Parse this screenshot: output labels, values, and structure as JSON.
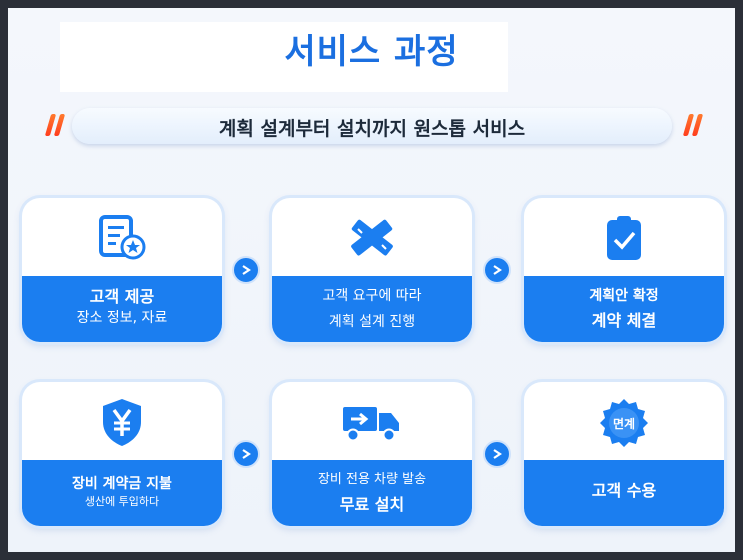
{
  "title": "서비스 과정",
  "subtitle": "계획 설계부터 설치까지 원스톱 서비스",
  "steps": [
    {
      "line1": "고객 제공",
      "line2": "장소 정보, 자료"
    },
    {
      "line1": "고객 요구에 따라",
      "line2": "계획 설계 진행"
    },
    {
      "line1": "계획안 확정",
      "line2": "계약 체결"
    },
    {
      "line1": "장비 계약금 지불",
      "line2": "생산에 투입하다"
    },
    {
      "line1": "장비 전용 차량 발송",
      "line2": "무료 설치"
    },
    {
      "line1": "고객 수용",
      "line2": ""
    }
  ],
  "badge_text": "면계",
  "colors": {
    "primary": "#1b7ef0",
    "title": "#1b6fe0",
    "accent": "#ff5a24"
  },
  "icons": [
    "document-star-icon",
    "ruler-pencil-icon",
    "clipboard-check-icon",
    "yen-shield-icon",
    "delivery-truck-icon",
    "acceptance-badge-icon"
  ]
}
